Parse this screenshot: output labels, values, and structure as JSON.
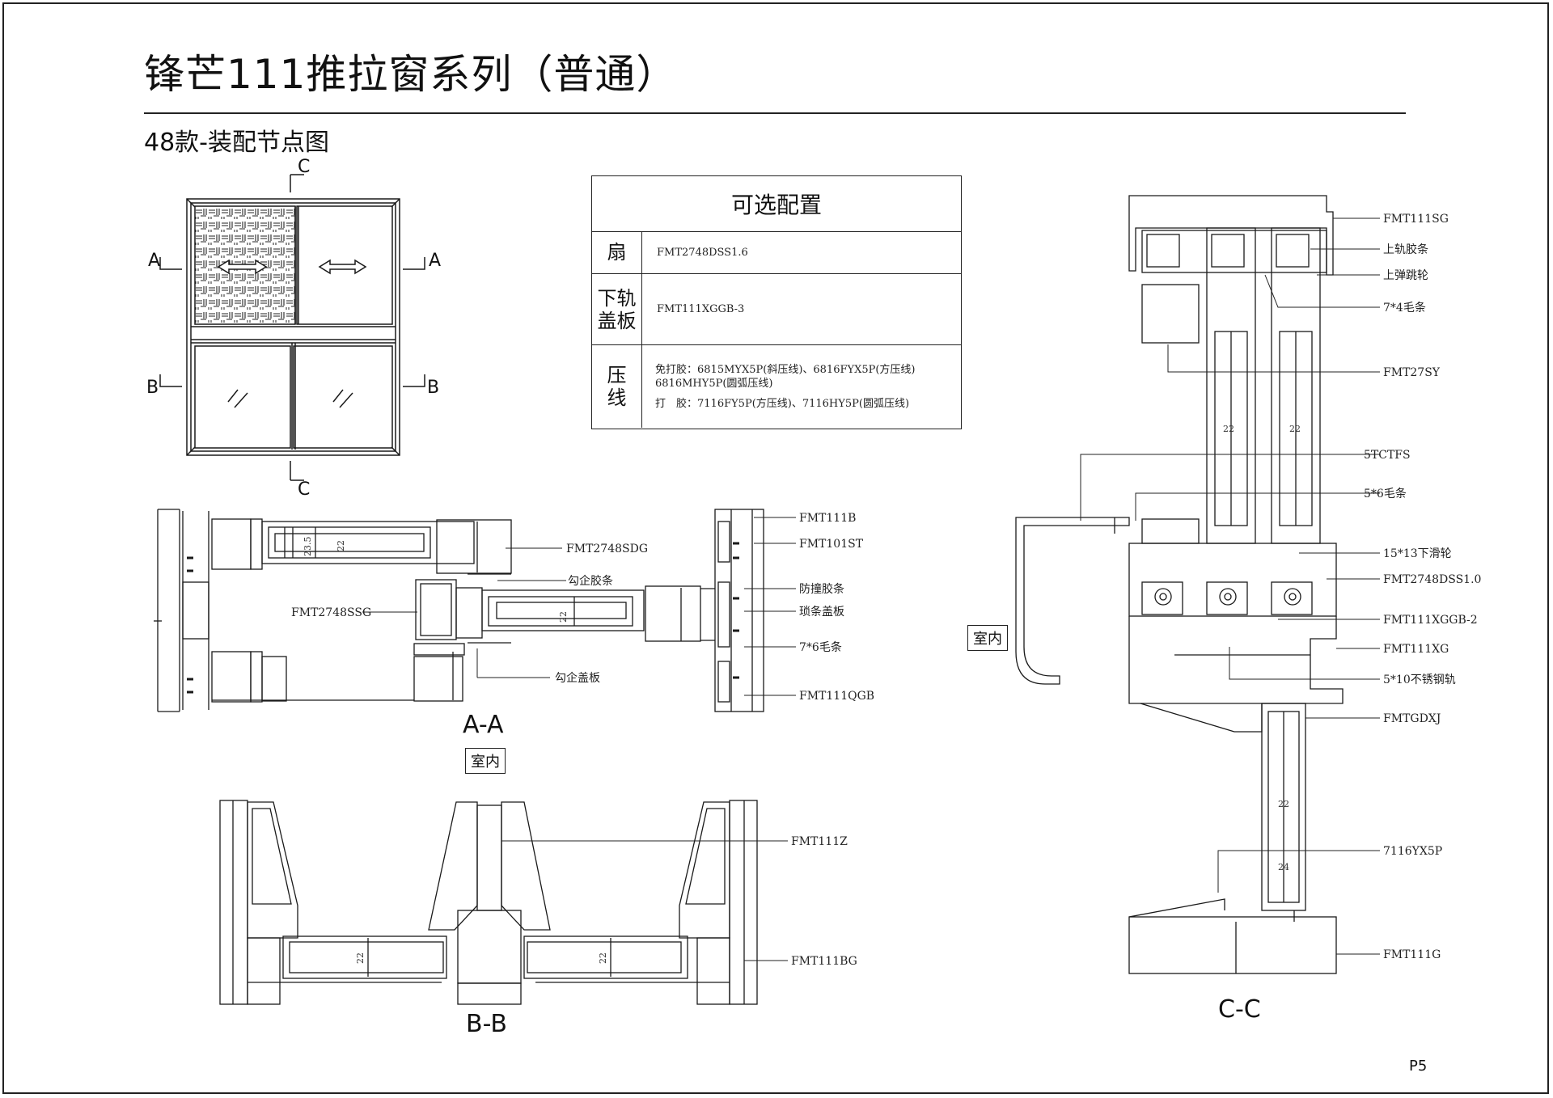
{
  "title": "锋芒111推拉窗系列（普通）",
  "subtitle": "48款-装配节点图",
  "page_number": "P5",
  "elevation": {
    "section_marks": {
      "a": "A",
      "b": "B",
      "c": "C"
    }
  },
  "config_table": {
    "title": "可选配置",
    "rows": [
      {
        "head": "扇",
        "lines": [
          "FMT2748DSS1.6"
        ]
      },
      {
        "head": "下轨\n盖板",
        "lines": [
          "FMT111XGGB-3"
        ]
      },
      {
        "head": "压\n线",
        "lines": [
          "免打胶：6815MYX5P(斜压线)、6816FYX5P(方压线)",
          "6816MHY5P(圆弧压线)",
          "打　胶：7116FY5P(方压线)、7116HY5P(圆弧压线)"
        ]
      }
    ]
  },
  "section_aa": {
    "name": "A-A",
    "indoor": "室内",
    "dims": [
      "23.5",
      "22",
      "22"
    ],
    "labels": {
      "fmt2748sdg": "FMT2748SDG",
      "gouqi_jiaotiao": "勾企胶条",
      "fmt2748ssg": "FMT2748SSG",
      "gouqi_gaiban": "勾企盖板",
      "fmt111b": "FMT111B",
      "fmt101st": "FMT101ST",
      "fangzhuang": "防撞胶条",
      "suotiao": "琐条盖板",
      "maotiao76": "7*6毛条",
      "fmt111qgb": "FMT111QGB"
    }
  },
  "section_bb": {
    "name": "B-B",
    "dims": [
      "22",
      "22"
    ],
    "labels": {
      "fmt111z": "FMT111Z",
      "fmt111bg": "FMT111BG"
    }
  },
  "section_cc": {
    "name": "C-C",
    "indoor": "室内",
    "dims": [
      "22",
      "22",
      "22",
      "24"
    ],
    "labels": {
      "fmt111sg": "FMT111SG",
      "shanggui_jiaotiao": "上轨胶条",
      "shangtan": "上弹跳轮",
      "maotiao74": "7*4毛条",
      "fmt27sy": "FMT27SY",
      "tctfs": "5TCTFS",
      "maotiao56": "5*6毛条",
      "xiahualun": "15*13下滑轮",
      "fmt2748dss": "FMT2748DSS1.0",
      "fmt111xggb2": "FMT111XGGB-2",
      "fmt111xg": "FMT111XG",
      "gangui": "5*10不锈钢轨",
      "fmtgdxj": "FMTGDXJ",
      "yx5p": "7116YX5P",
      "fmt111g": "FMT111G"
    }
  },
  "colors": {
    "line": "#1a1a1a",
    "background": "#ffffff"
  }
}
